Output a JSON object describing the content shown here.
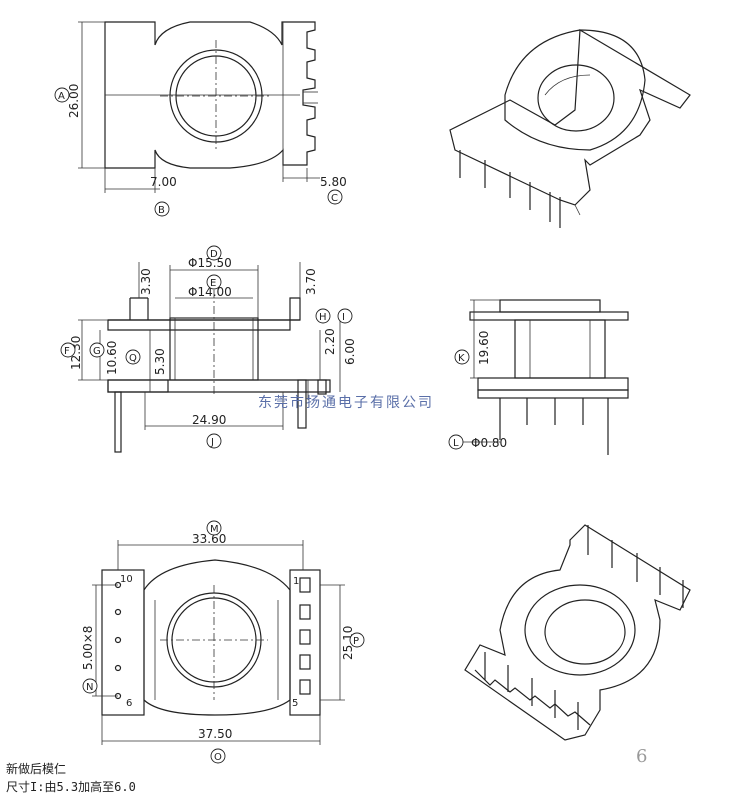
{
  "dimensions": {
    "A": "26.00",
    "B": "7.00",
    "C": "5.80",
    "D": "Φ15.50",
    "E": "Φ14.00",
    "h330": "3.30",
    "h370": "3.70",
    "F": "12.30",
    "G": "10.60",
    "Q": "5.30",
    "H": "2.20",
    "I": "6.00",
    "J": "24.90",
    "K": "19.60",
    "L": "Φ0.80",
    "M": "33.60",
    "N": "5.00×8",
    "O": "37.50",
    "P": "25.10"
  },
  "letters": {
    "A": "A",
    "B": "B",
    "C": "C",
    "D": "D",
    "E": "E",
    "F": "F",
    "G": "G",
    "H": "H",
    "I": "I",
    "J": "J",
    "K": "K",
    "L": "L",
    "M": "M",
    "N": "N",
    "O": "O",
    "P": "P",
    "Q": "Q"
  },
  "pins": {
    "p10": "10",
    "p6": "6",
    "p1": "1",
    "p5": "5"
  },
  "watermark": "东莞市扬通电子有限公司",
  "page_number": "6",
  "notes": {
    "line1": "新做后模仁",
    "line2": "尺寸I:由5.3加高至6.0"
  }
}
